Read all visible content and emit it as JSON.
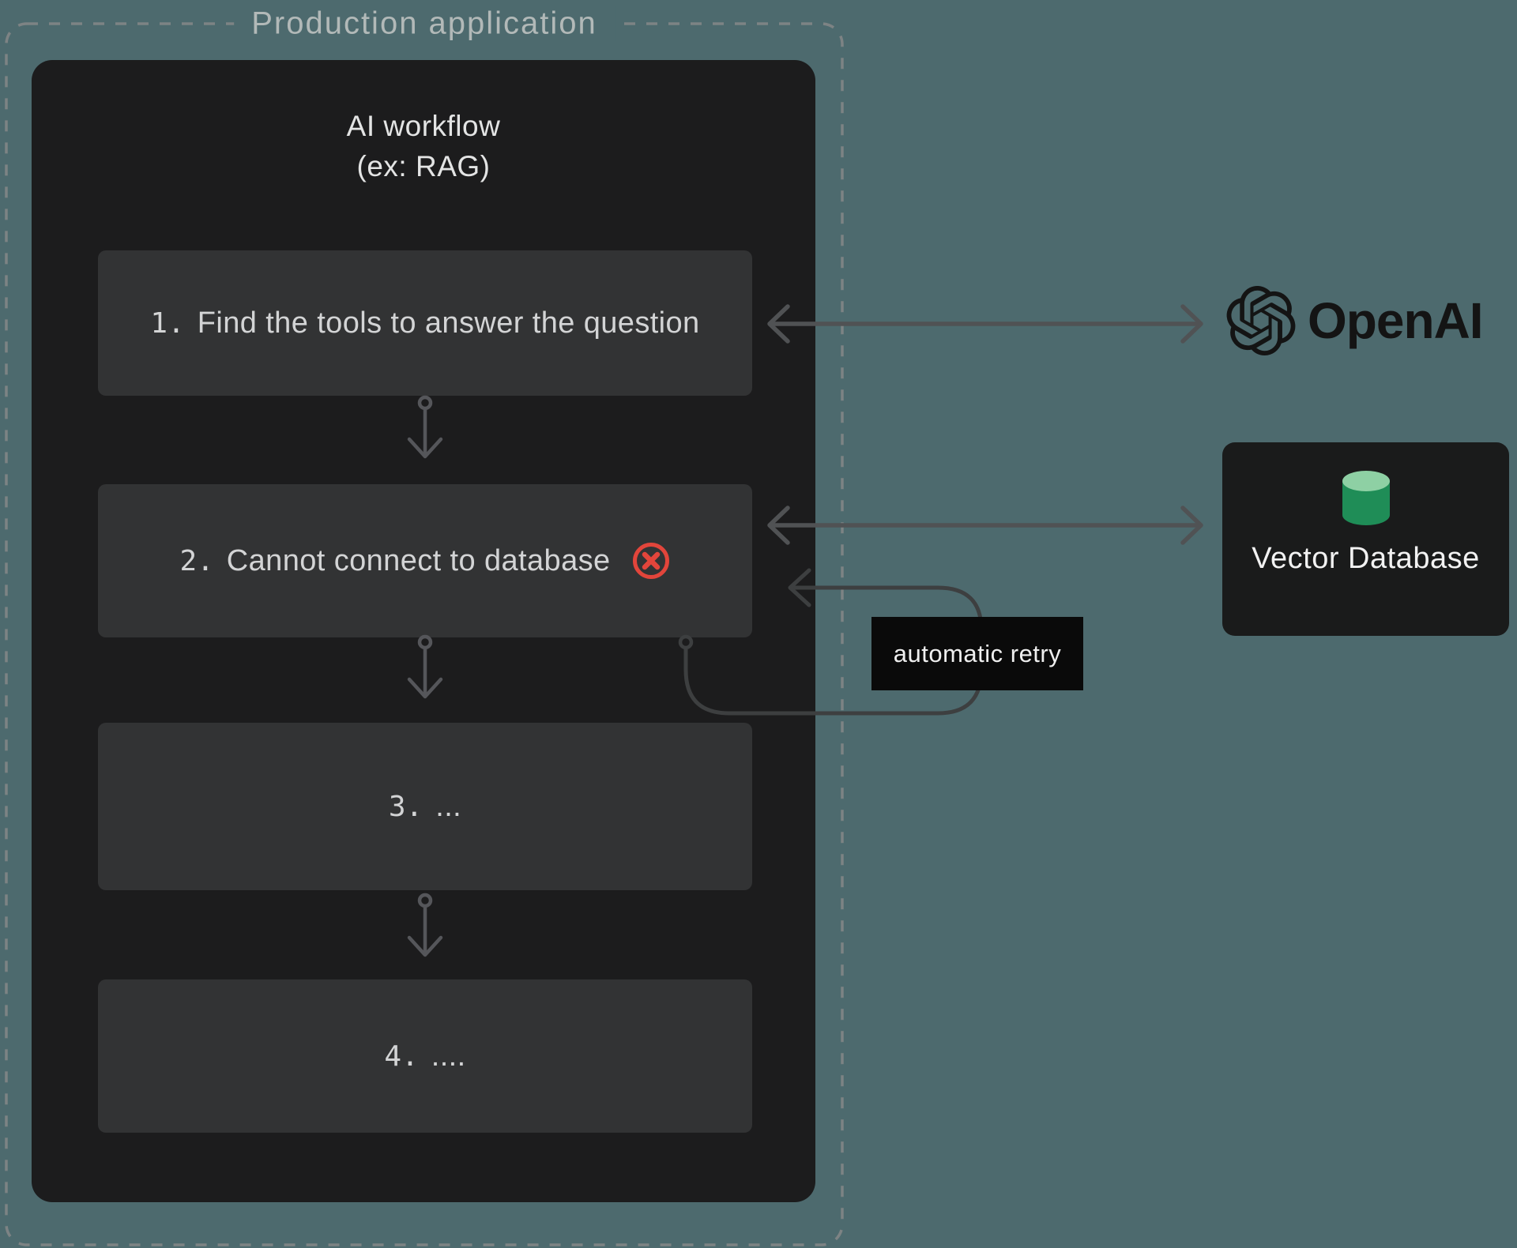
{
  "title": "Production application",
  "workflow": {
    "heading_line1": "AI workflow",
    "heading_line2": "(ex: RAG)",
    "steps": [
      {
        "num": "1.",
        "text": "Find the tools to answer the question"
      },
      {
        "num": "2.",
        "text": "Cannot connect to database"
      },
      {
        "num": "3.",
        "text": "..."
      },
      {
        "num": "4.",
        "text": "...."
      }
    ]
  },
  "annotations": {
    "retry_label": "automatic retry"
  },
  "services": {
    "openai_label": "OpenAI",
    "vector_db_label": "Vector Database"
  },
  "icons": {
    "error_icon": "circle-x",
    "openai_icon": "openai-logo",
    "db_icon": "database-cylinder",
    "flow_arrow": "down-arrow-with-origin-dot",
    "link_arrow": "double-headed-arrow"
  },
  "colors": {
    "background": "#4d6a6e",
    "panel": "#1c1c1d",
    "step_box": "#323334",
    "step_text": "#d3d4d5",
    "heading_text": "#e3e4e4",
    "border_title_text": "#b2b9b8",
    "dashed_border": "#7d8384",
    "arrow": "#505254",
    "retry_arrow": "#3d3f40",
    "error_red": "#e2453b",
    "retry_label_bg": "#0a0a0a",
    "db_card_bg": "#1a1b1b",
    "db_cylinder_top": "#8ed0a4",
    "db_cylinder_body": "#1f8d57",
    "openai_dark": "#141414"
  }
}
